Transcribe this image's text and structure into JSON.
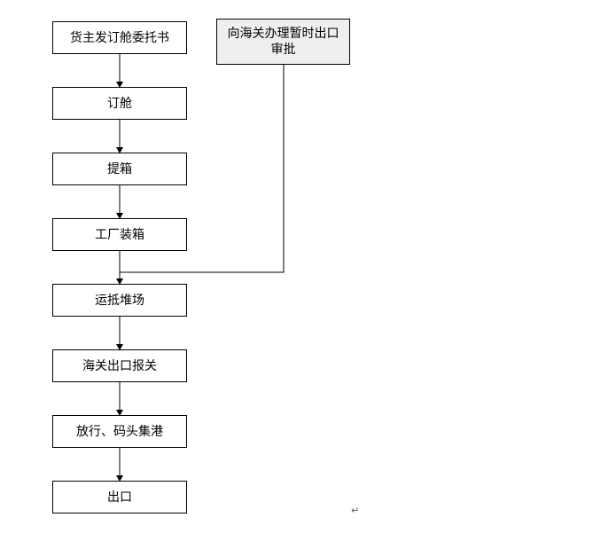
{
  "diagram": {
    "steps": [
      {
        "label": "货主发订舱委托书"
      },
      {
        "label": "订舱"
      },
      {
        "label": "提箱"
      },
      {
        "label": "工厂装箱"
      },
      {
        "label": "运抵堆场"
      },
      {
        "label": "海关出口报关"
      },
      {
        "label": "放行、码头集港"
      },
      {
        "label": "出口"
      }
    ],
    "side_box": {
      "line1": "向海关办理暂时出口",
      "line2": "审批"
    },
    "end_mark": "↵"
  }
}
